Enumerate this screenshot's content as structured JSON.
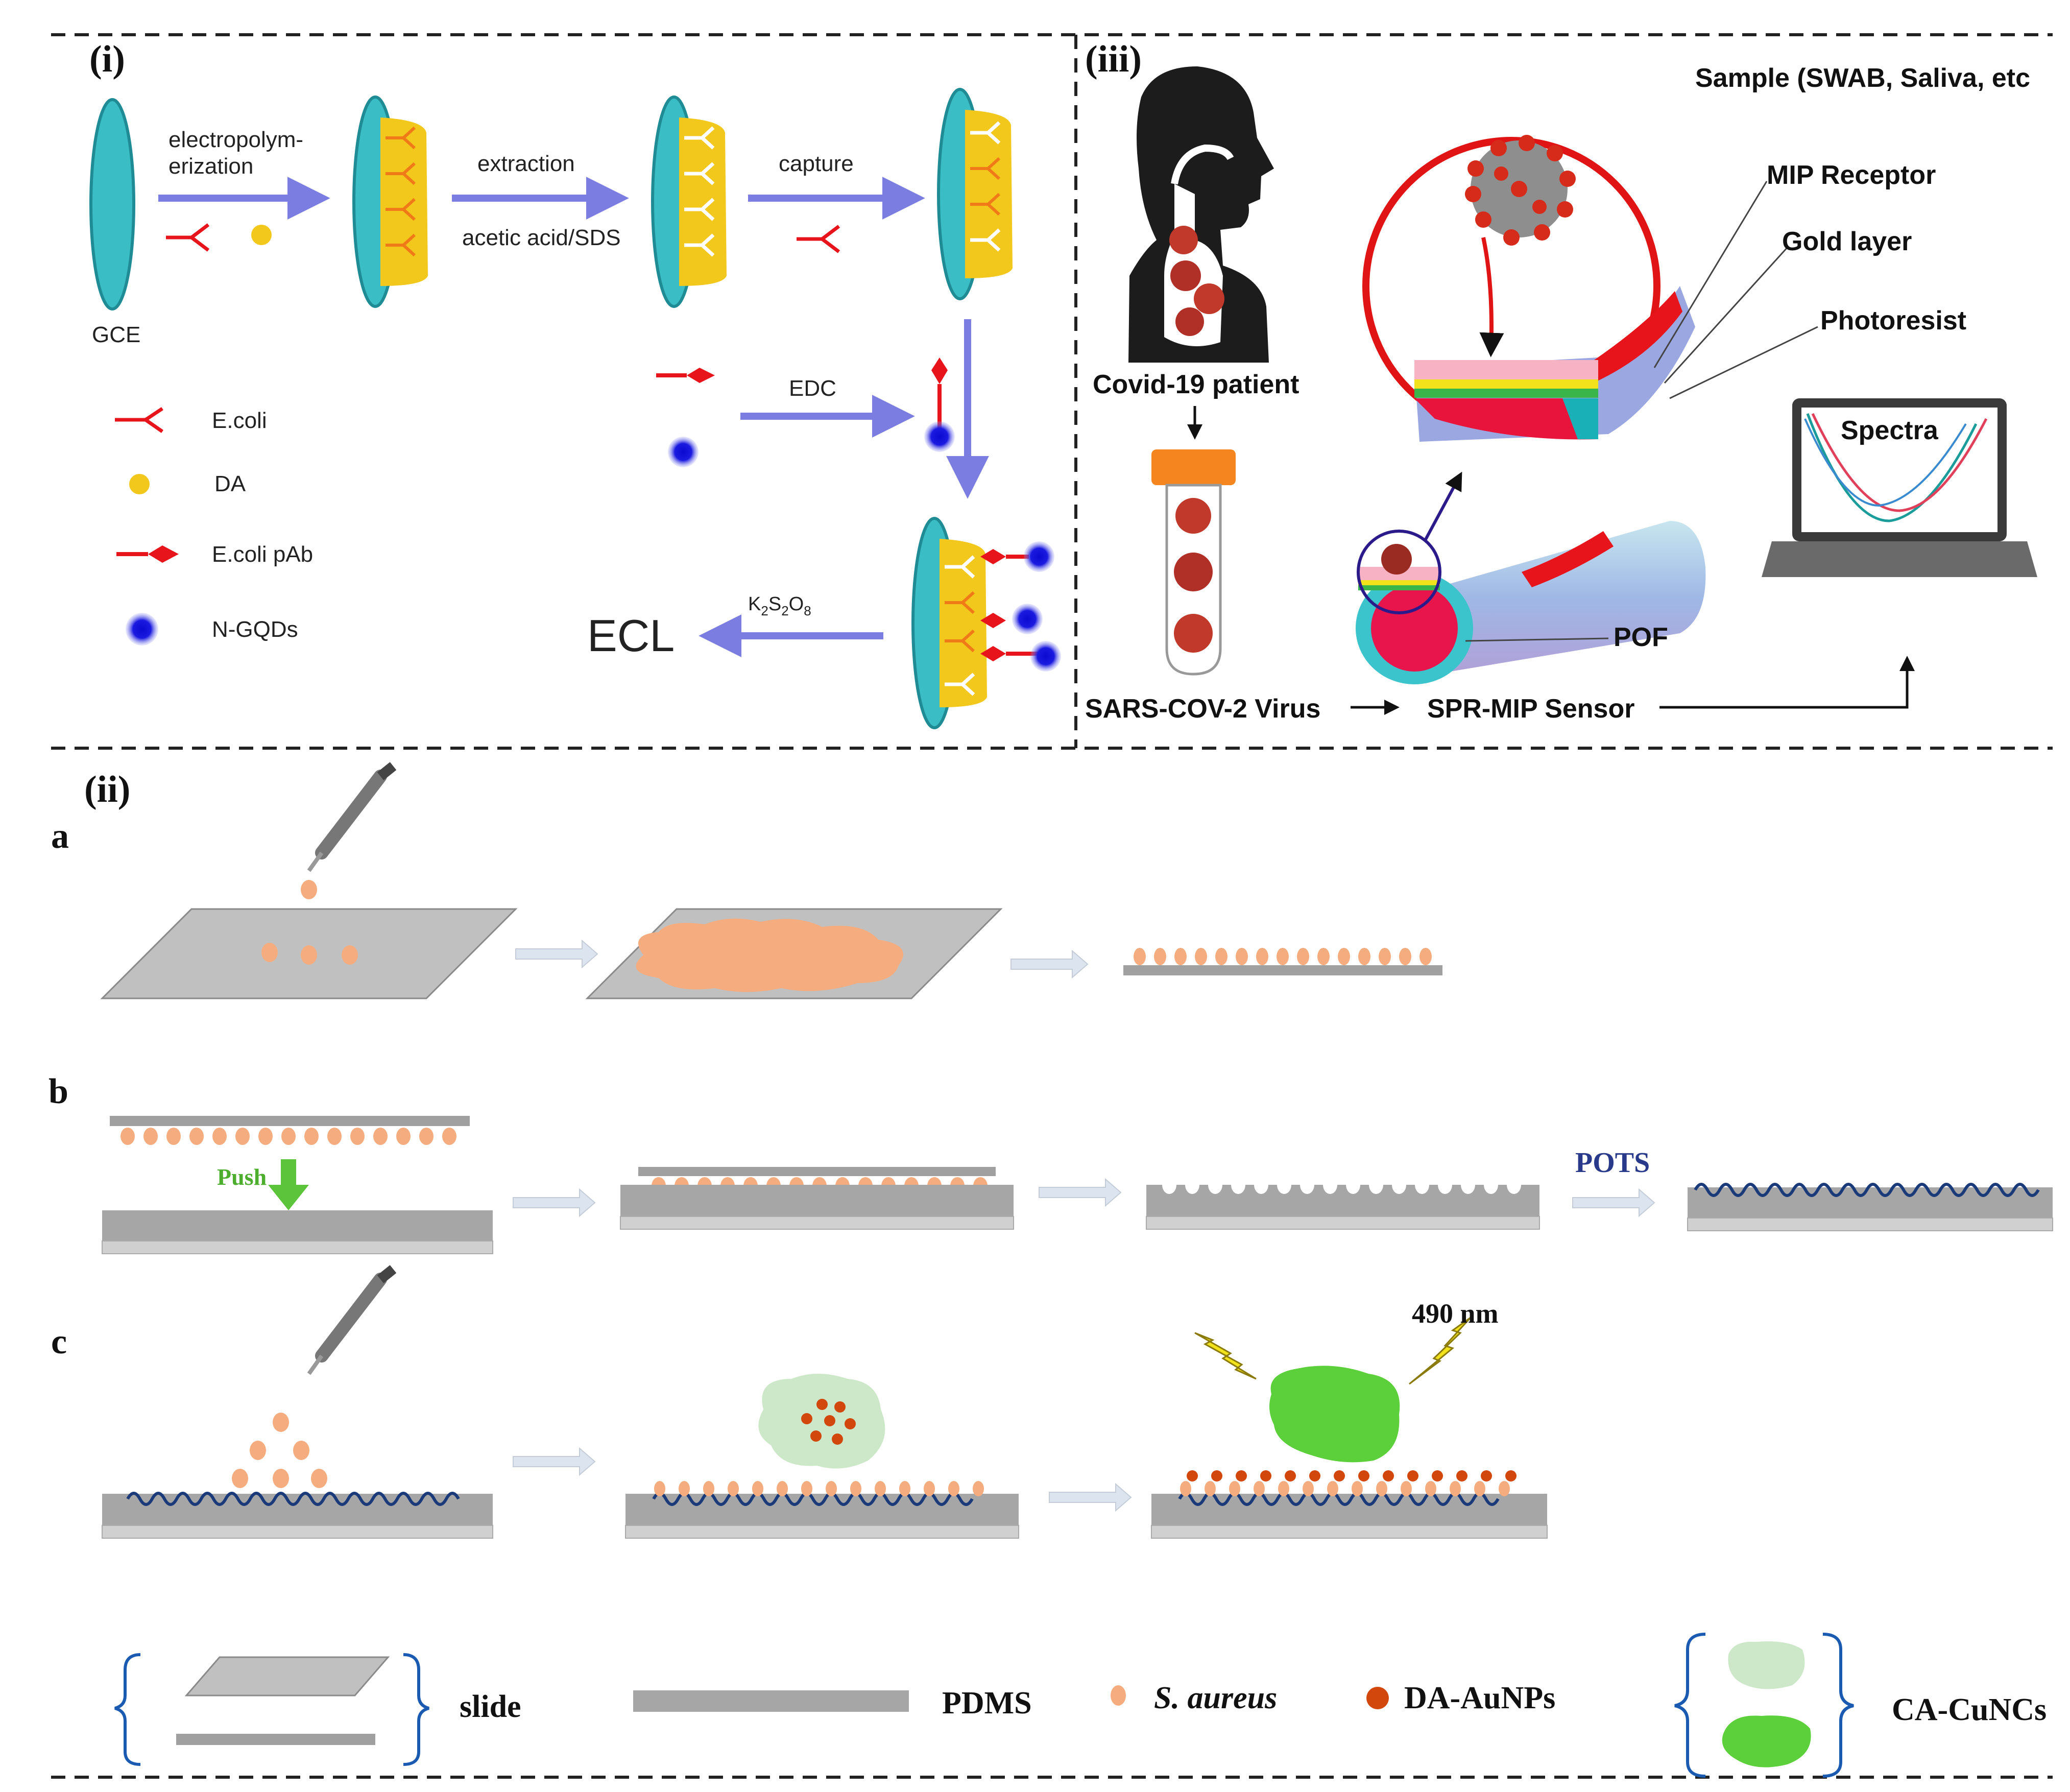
{
  "panel_i": {
    "label": "(i)",
    "steps": {
      "electropolymerization": "electropolym-\nerization",
      "extraction": "extraction",
      "extraction_sub": "acetic acid/SDS",
      "capture": "capture",
      "edc": "EDC",
      "k2s2o8": "K2S2O8",
      "ecl": "ECL",
      "gce": "GCE"
    },
    "legend": [
      "E.coli",
      "DA",
      "E.coli pAb",
      "N-GQDs"
    ]
  },
  "panel_iii": {
    "label": "(iii)",
    "sample": "Sample (SWAB, Saliva, etc",
    "mip_receptor": "MIP Receptor",
    "gold_layer": "Gold layer",
    "photoresist": "Photoresist",
    "spectra": "Spectra",
    "patient": "Covid-19 patient",
    "pof": "POF",
    "virus": "SARS-COV-2 Virus",
    "sensor": "SPR-MIP Sensor"
  },
  "panel_ii": {
    "label": "(ii)",
    "row_a": "a",
    "row_b": "b",
    "row_c": "c",
    "push": "Push",
    "pots": "POTS",
    "wavelength": "490 nm",
    "legend": {
      "slide": "slide",
      "pdms": "PDMS",
      "s_aureus": "S. aureus",
      "da_aunps": "DA-AuNPs",
      "ca_cunc": "CA-CuNCs"
    }
  },
  "colors": {
    "teal": "#3bbdc5",
    "yellow": "#f2c81c",
    "red": "#e8141c",
    "purple_arrow": "#7b7ee0",
    "blue": "#1414d8",
    "gray": "#a6a6a6",
    "salmon": "#f5ad80",
    "green": "#5cd03a",
    "dark_orange": "#d2480c"
  }
}
